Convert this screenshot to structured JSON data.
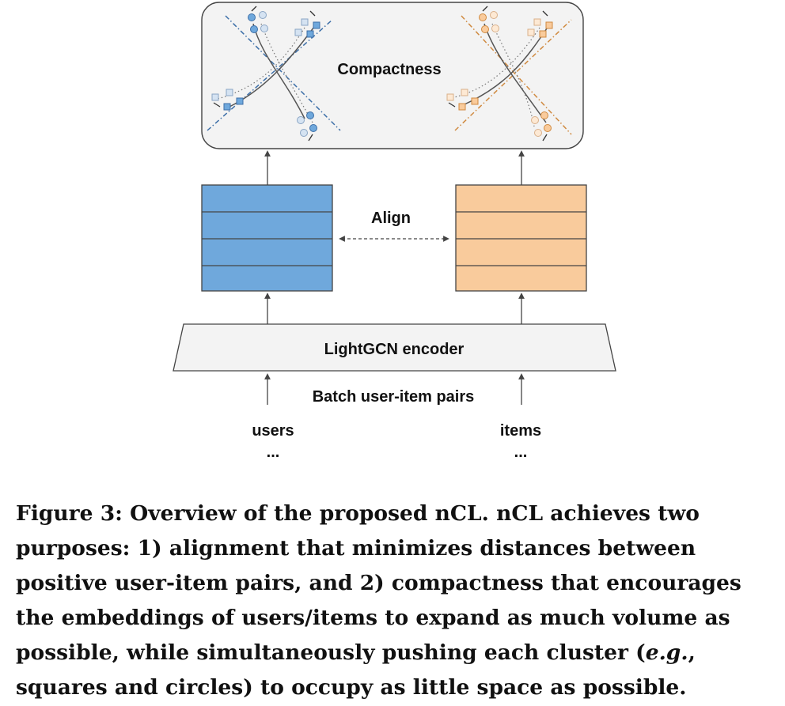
{
  "diagram": {
    "compactness_label": "Compactness",
    "align_label": "Align",
    "encoder_label": "LightGCN encoder",
    "batch_label": "Batch user-item pairs",
    "users_label": "users",
    "items_label": "items",
    "ellipsis": "...",
    "colors": {
      "user_fill": "#6fa8dc",
      "user_stroke": "#3d6fa8",
      "item_fill": "#f9cb9c",
      "item_stroke": "#d08a40",
      "panel_fill": "#f3f3f3",
      "encoder_fill": "#f3f3f3"
    }
  },
  "caption": {
    "prefix": "Figure 3: Overview of the proposed nCL. nCL achieves two purposes: 1) alignment that minimizes distances between positive user-item pairs, and 2) compactness that encourages the embeddings of users/items to expand as much volume as possible, while simultaneously pushing each cluster (",
    "eg": "e.g.",
    "suffix": ", squares and circles) to occupy as little space as possible."
  }
}
